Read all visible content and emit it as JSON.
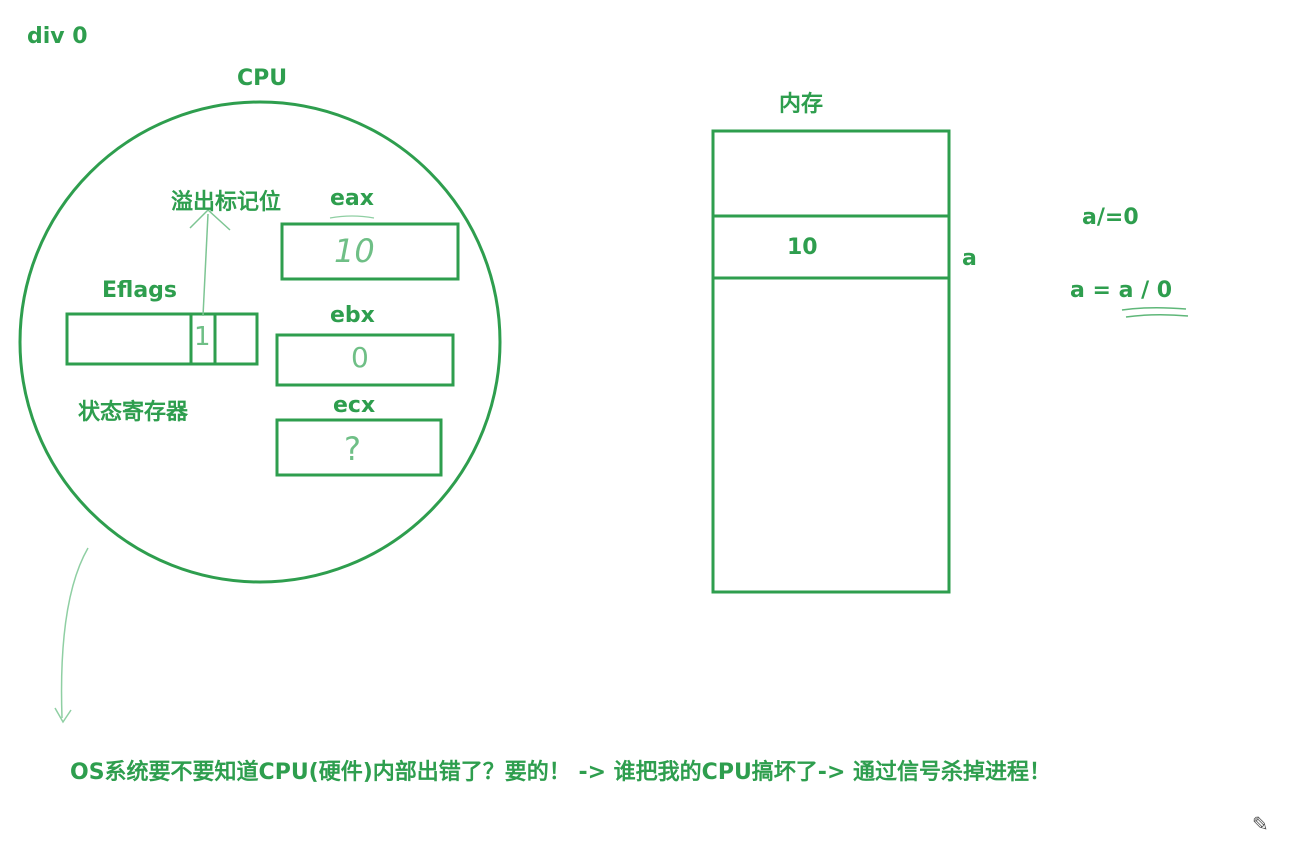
{
  "title": "div 0",
  "cpu": {
    "label": "CPU",
    "overflow_flag_label": "溢出标记位",
    "eflags_label": "Eflags",
    "eflags_bit": "1",
    "status_register_label": "状态寄存器",
    "registers": [
      {
        "name": "eax",
        "value": "10"
      },
      {
        "name": "ebx",
        "value": "0"
      },
      {
        "name": "ecx",
        "value": "?"
      }
    ]
  },
  "memory": {
    "label": "内存",
    "cell_value": "10",
    "variable_name": "a"
  },
  "expressions": [
    "a/=0",
    "a = a / 0"
  ],
  "footer_text": "OS系统要不要知道CPU(硬件)内部出错了？要的！ -> 谁把我的CPU搞坏了-> 通过信号杀掉进程！",
  "stroke_color": "#2e9e4e",
  "icon": "pencil-icon"
}
